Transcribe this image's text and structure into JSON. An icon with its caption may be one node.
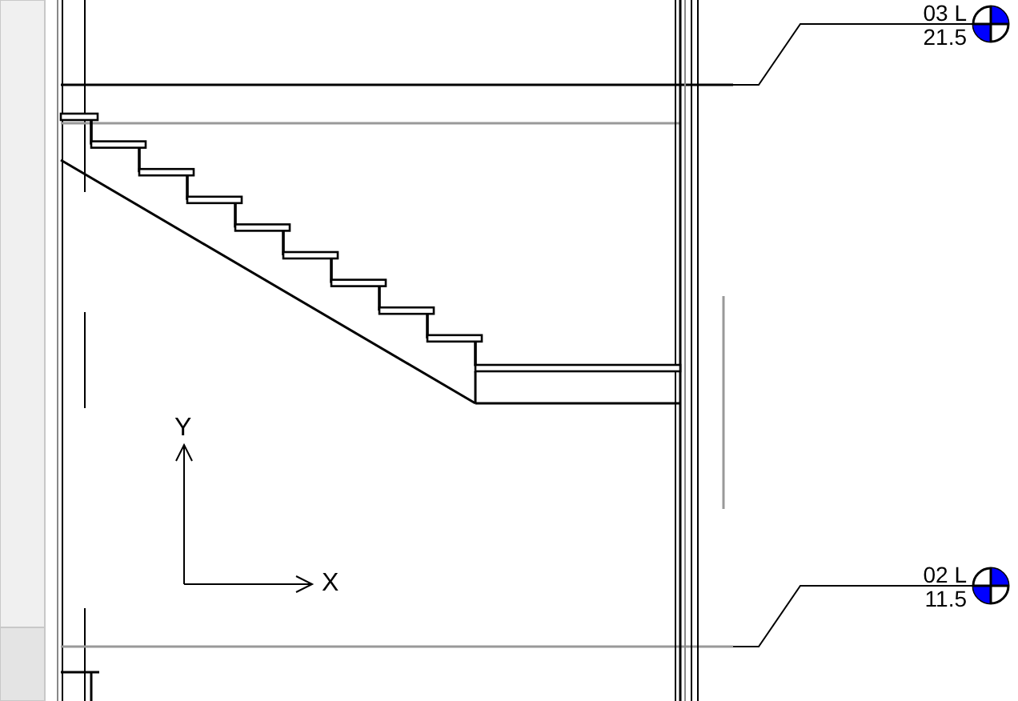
{
  "diagram": {
    "labels": [
      "03 L",
      "21.5",
      "02 L",
      "11.5",
      "Y",
      "X"
    ]
  }
}
